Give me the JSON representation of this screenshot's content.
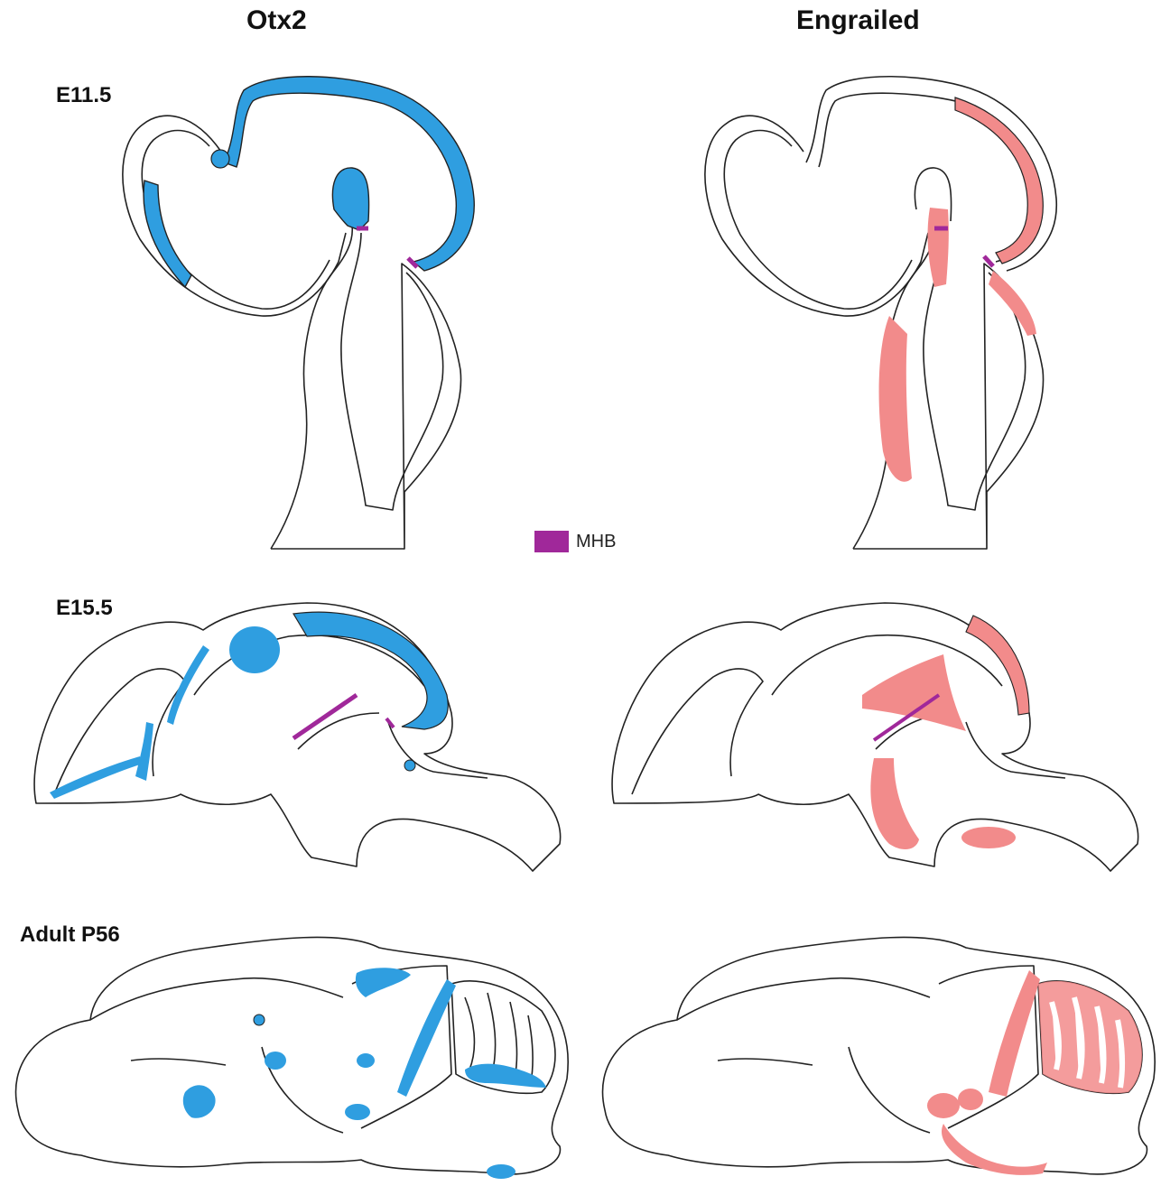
{
  "columns": {
    "left": "Otx2",
    "right": "Engrailed"
  },
  "rows": {
    "r1": "E11.5",
    "r2": "E15.5",
    "r3": "Adult P56"
  },
  "legend": {
    "label": "MHB",
    "color": "#a0289a"
  },
  "colors": {
    "otx2": "#2f9ee0",
    "engrailed": "#f28b8b",
    "mhb": "#a0289a",
    "outline": "#222222"
  }
}
